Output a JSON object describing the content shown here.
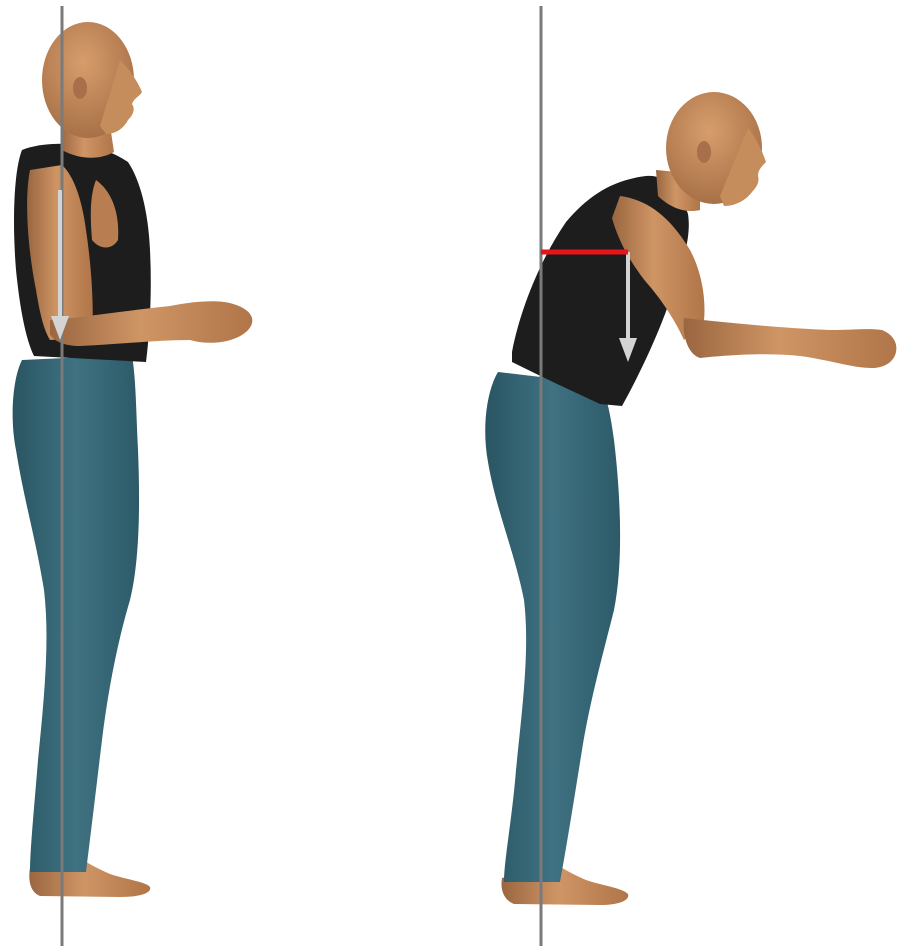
{
  "scene": {
    "background": "#ffffff",
    "panels": [
      {
        "pose": "upright-standing",
        "figures": [
          "human-figure"
        ],
        "arrow_direction": "down"
      },
      {
        "pose": "leaning-forward-reaching",
        "figures": [
          "human-figure"
        ],
        "arrow_direction": "down",
        "has_lever_arm": true
      }
    ],
    "colors": {
      "skin": "#c98f5f",
      "skin_shadow": "#9a6640",
      "shirt": "#1c1c1c",
      "jeans": "#3b6a78",
      "jeans_shadow": "#27505c",
      "plumb_line": "#7a7a7a",
      "force_arrow": "#c8c8c8",
      "lever_arm": "#e8141a"
    }
  }
}
